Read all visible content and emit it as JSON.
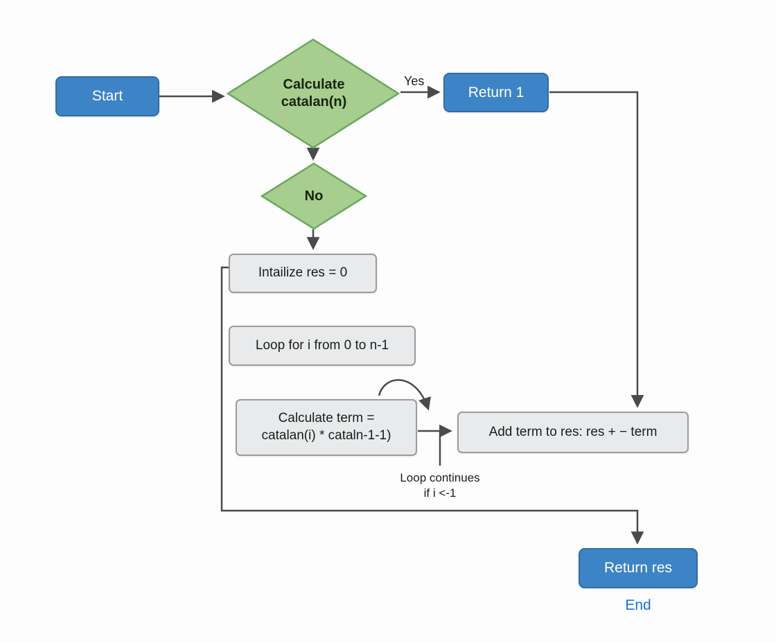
{
  "diagram": {
    "type": "flowchart",
    "subject": "Catalan number calculation",
    "colors": {
      "blue_fill": "#3d84c6",
      "blue_border": "#2e6cab",
      "green_fill": "#a7cd8f",
      "green_border": "#67a95c",
      "gray_fill": "#e9eaeb",
      "gray_border": "#9b9b9b",
      "line": "#4a4a4a",
      "end_text": "#1a6fd4"
    },
    "nodes": {
      "start": {
        "label": "Start",
        "shape": "rounded-rect",
        "color": "blue"
      },
      "decision": {
        "line1": "Calculate",
        "line2": "catalan(n)",
        "shape": "diamond",
        "color": "green"
      },
      "return_one": {
        "label": "Return 1",
        "shape": "rounded-rect",
        "color": "blue"
      },
      "no_diamond": {
        "label": "No",
        "shape": "diamond",
        "color": "green"
      },
      "init": {
        "label": "Intailize res = 0",
        "shape": "rect",
        "color": "gray"
      },
      "loop": {
        "label": "Loop for i from 0 to n-1",
        "shape": "rect",
        "color": "gray"
      },
      "calc": {
        "line1": "Calculate term =",
        "line2": "catalan(i) * cataln-1-1)",
        "shape": "rect",
        "color": "gray"
      },
      "add": {
        "label": "Add term to res: res + − term",
        "shape": "rect",
        "color": "gray"
      },
      "return_res": {
        "label": "Return res",
        "shape": "rounded-rect",
        "color": "blue"
      },
      "end": {
        "label": "End",
        "shape": "text",
        "color": "blue-text"
      }
    },
    "edge_labels": {
      "yes": "Yes",
      "loop_note_line1": "Loop continues",
      "loop_note_line2": "if i <-1"
    }
  }
}
